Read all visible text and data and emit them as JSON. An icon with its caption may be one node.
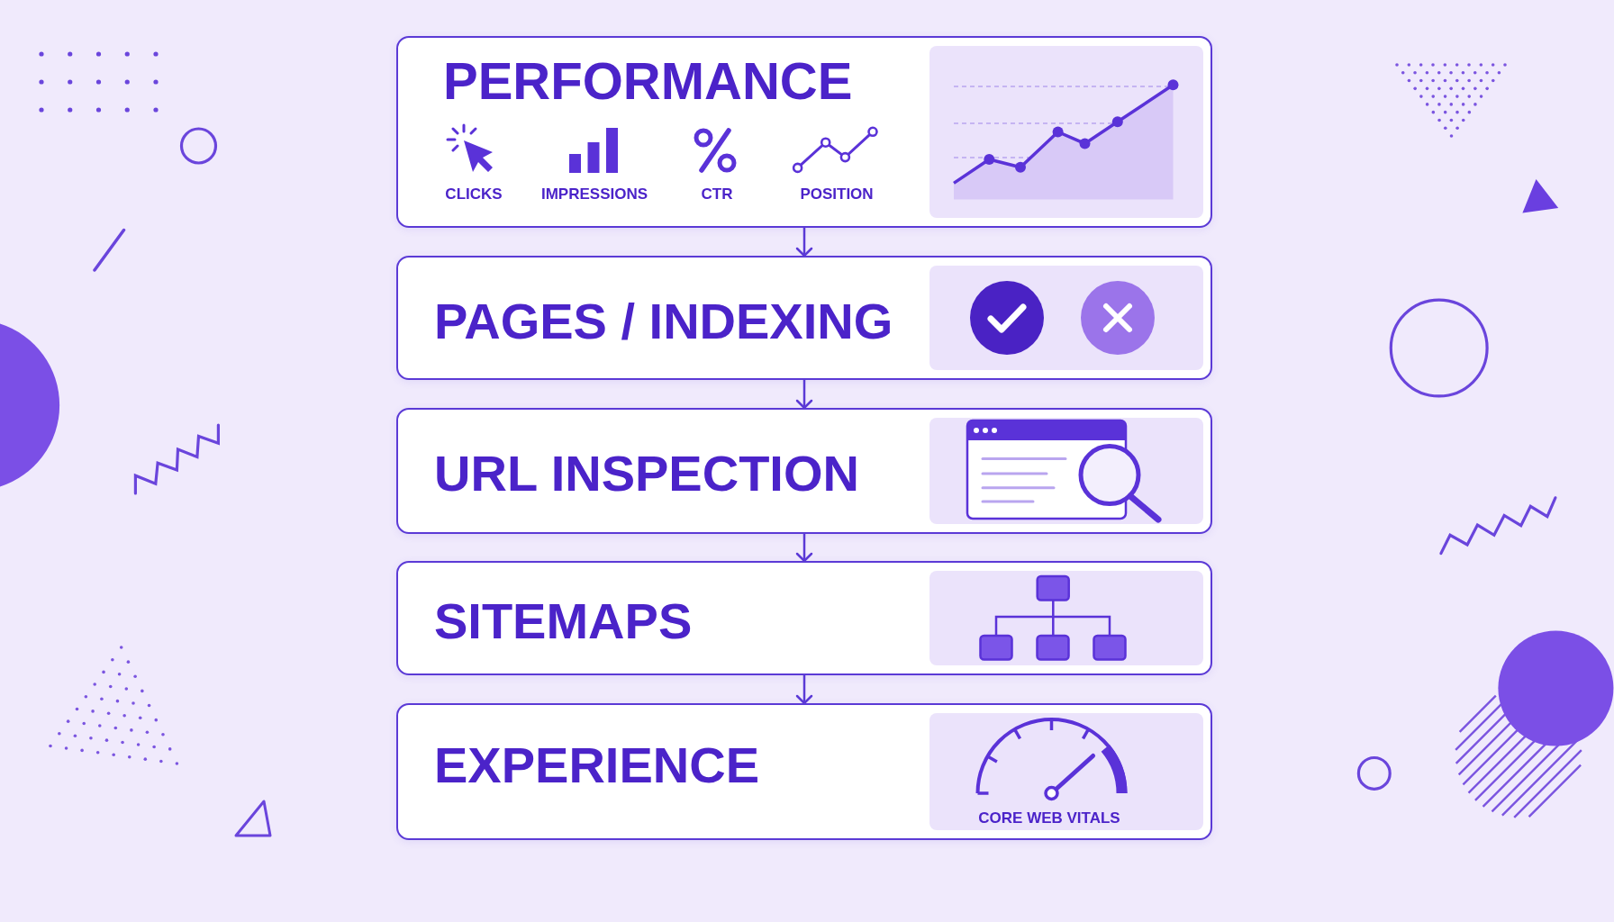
{
  "diagram": {
    "nodes": [
      {
        "text": [
          "PERFORMANCE",
          "CLICKS",
          "IMPRESSIONS",
          "CTR",
          "POSITION"
        ]
      },
      {
        "text": [
          "PAGES / INDEXING"
        ]
      },
      {
        "text": [
          "URL INSPECTION"
        ]
      },
      {
        "text": [
          "SITEMAPS"
        ]
      },
      {
        "text": [
          "EXPERIENCE",
          "CORE WEB VITALS"
        ]
      }
    ],
    "edges": [
      {
        "from": 0,
        "to": 1,
        "arrow": "to"
      },
      {
        "from": 1,
        "to": 2,
        "arrow": "to"
      },
      {
        "from": 2,
        "to": 3,
        "arrow": "to"
      },
      {
        "from": 3,
        "to": 4,
        "arrow": "to"
      }
    ]
  }
}
